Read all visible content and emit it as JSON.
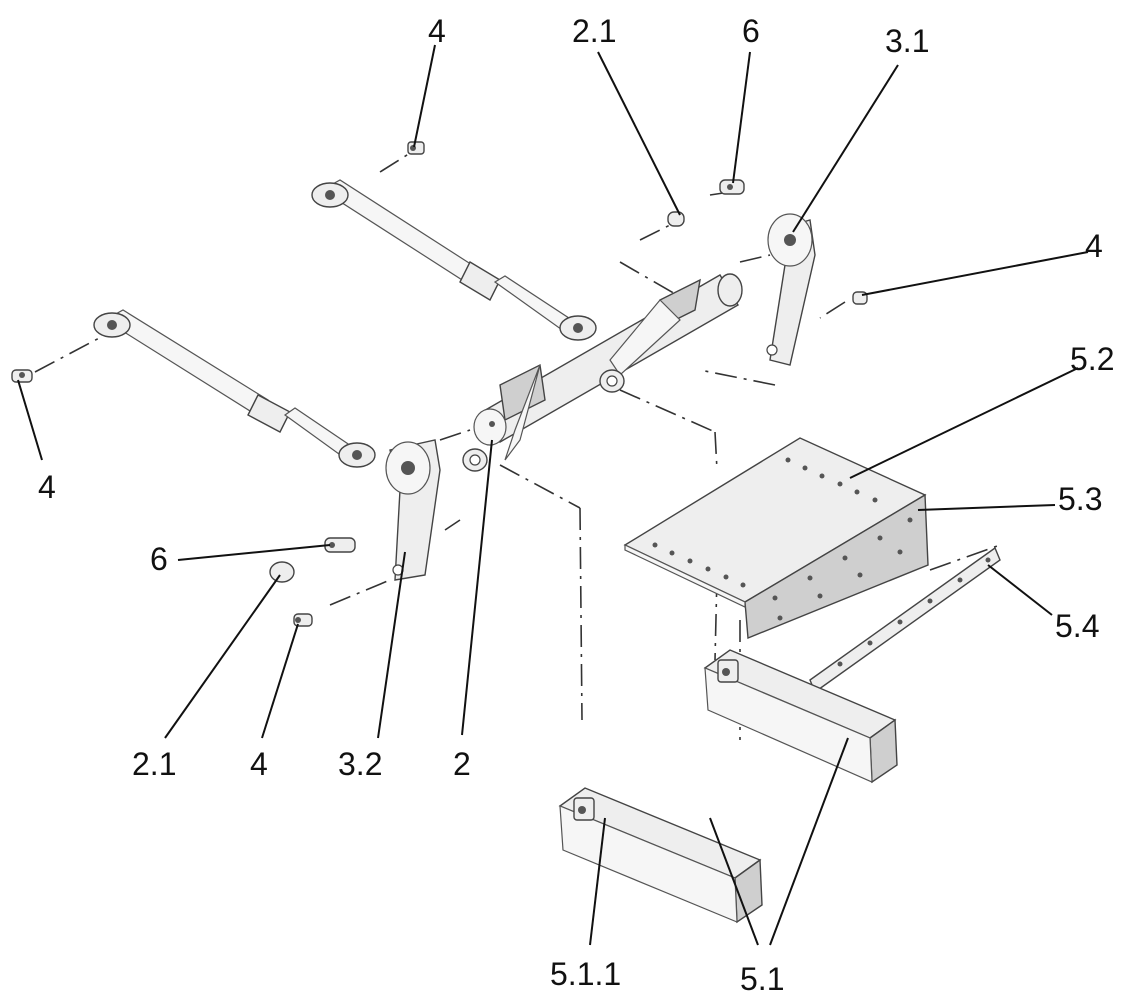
{
  "labels": {
    "pin_top": "4",
    "bushing_top": "2.1",
    "bolt_top": "6",
    "lever_right": "3.1",
    "pin_right": "4",
    "plate_top": "5.2",
    "plate_side": "5.3",
    "strip": "5.4",
    "pin_left": "4",
    "bolt_left": "6",
    "bushing_bottom": "2.1",
    "pin_bottom": "4",
    "lever_left": "3.2",
    "shaft": "2",
    "rail_bracket": "5.1.1",
    "rails": "5.1"
  }
}
